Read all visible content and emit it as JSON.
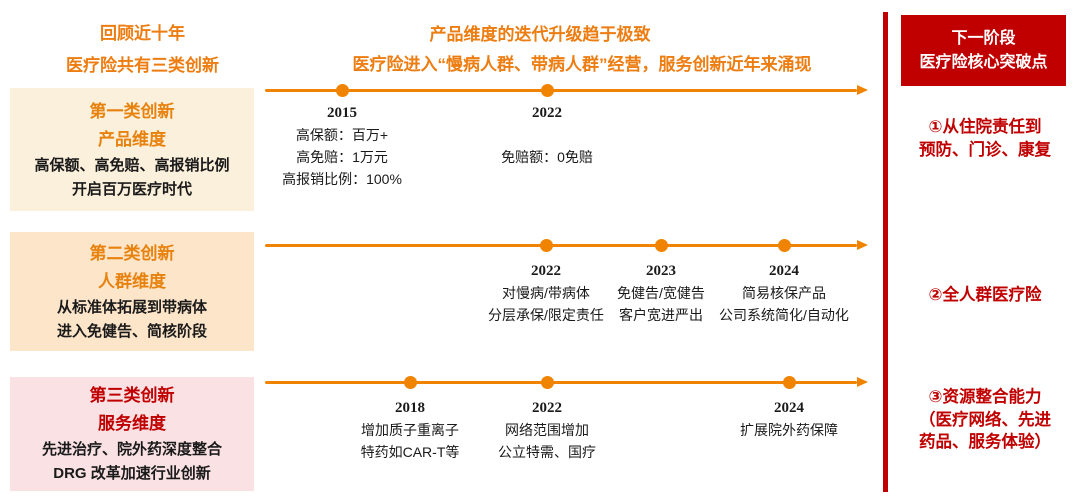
{
  "colors": {
    "orange_text": "#ED7D11",
    "orange_timeline": "#F08300",
    "red_accent": "#C00000",
    "box1_bg": "#FBF0DB",
    "box2_bg": "#FCE5C9",
    "box3_bg": "#FAE2E4",
    "body_text": "#1A1A1A"
  },
  "header": {
    "left_title": [
      "回顾近十年",
      "医疗险共有三类创新"
    ],
    "center_title": [
      "产品维度的迭代升级趋于极致",
      "医疗险进入“慢病人群、带病人群”经营，服务创新近年来涌现"
    ],
    "next_stage_box": [
      "下一阶段",
      "医疗险核心突破点"
    ]
  },
  "rows": [
    {
      "category": {
        "title": "第一类创新",
        "dimension": "产品维度",
        "desc": [
          "高保额、高免赔、高报销比例",
          "开启百万医疗时代"
        ]
      },
      "milestones": [
        {
          "year": "2015",
          "labels": [
            "高保额：百万+",
            "高免赔：1万元",
            "高报销比例：100%"
          ]
        },
        {
          "year": "2022",
          "labels": [
            "免赔额：0免赔"
          ]
        }
      ]
    },
    {
      "category": {
        "title": "第二类创新",
        "dimension": "人群维度",
        "desc": [
          "从标准体拓展到带病体",
          "进入免健告、简核阶段"
        ]
      },
      "milestones": [
        {
          "year": "2022",
          "labels": [
            "对慢病/带病体",
            "分层承保/限定责任"
          ]
        },
        {
          "year": "2023",
          "labels": [
            "免健告/宽健告",
            "客户宽进严出"
          ]
        },
        {
          "year": "2024",
          "labels": [
            "简易核保产品",
            "公司系统简化/自动化"
          ]
        }
      ]
    },
    {
      "category": {
        "title": "第三类创新",
        "dimension": "服务维度",
        "desc": [
          "先进治疗、院外药深度整合",
          "DRG 改革加速行业创新"
        ]
      },
      "milestones": [
        {
          "year": "2018",
          "labels": [
            "增加质子重离子",
            "特药如CAR-T等"
          ]
        },
        {
          "year": "2022",
          "labels": [
            "网络范围增加",
            "公立特需、国疗"
          ]
        },
        {
          "year": "2024",
          "labels": [
            "扩展院外药保障"
          ]
        }
      ]
    }
  ],
  "next_stage_items": [
    [
      "①从住院责任到",
      "预防、门诊、康复"
    ],
    [
      "②全人群医疗险"
    ],
    [
      "③资源整合能力",
      "（医疗网络、先进",
      "药品、服务体验）"
    ]
  ]
}
